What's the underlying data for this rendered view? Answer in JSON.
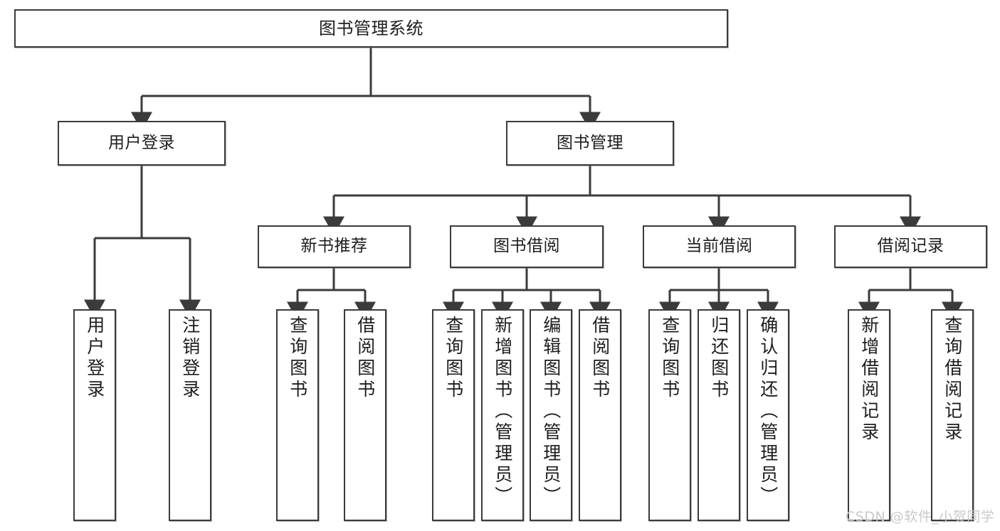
{
  "diagram": {
    "title_node": {
      "label": "图书管理系统"
    },
    "level2": [
      {
        "label": "用户登录"
      },
      {
        "label": "图书管理"
      }
    ],
    "level3": [
      {
        "label": "新书推荐"
      },
      {
        "label": "图书借阅"
      },
      {
        "label": "当前借阅"
      },
      {
        "label": "借阅记录"
      }
    ],
    "leaves": {
      "user_login": [
        {
          "label": "用户登录"
        },
        {
          "label": "注销登录"
        }
      ],
      "new_book_recommend": [
        {
          "label": "查询图书"
        },
        {
          "label": "借阅图书"
        }
      ],
      "book_borrow": [
        {
          "label": "查询图书"
        },
        {
          "label": "新增图书（管理员）"
        },
        {
          "label": "编辑图书（管理员）"
        },
        {
          "label": "借阅图书"
        }
      ],
      "current_borrow": [
        {
          "label": "查询图书"
        },
        {
          "label": "归还图书"
        },
        {
          "label": "确认归还（管理员）"
        }
      ],
      "borrow_record": [
        {
          "label": "新增借阅记录"
        },
        {
          "label": "查询借阅记录"
        }
      ]
    }
  },
  "watermark": {
    "text": "CSDN @软件_小贺同学"
  },
  "colors": {
    "border": "#3b3b3b",
    "background": "#ffffff",
    "text": "#1d1d1d",
    "watermark": "#c9c9c9"
  }
}
